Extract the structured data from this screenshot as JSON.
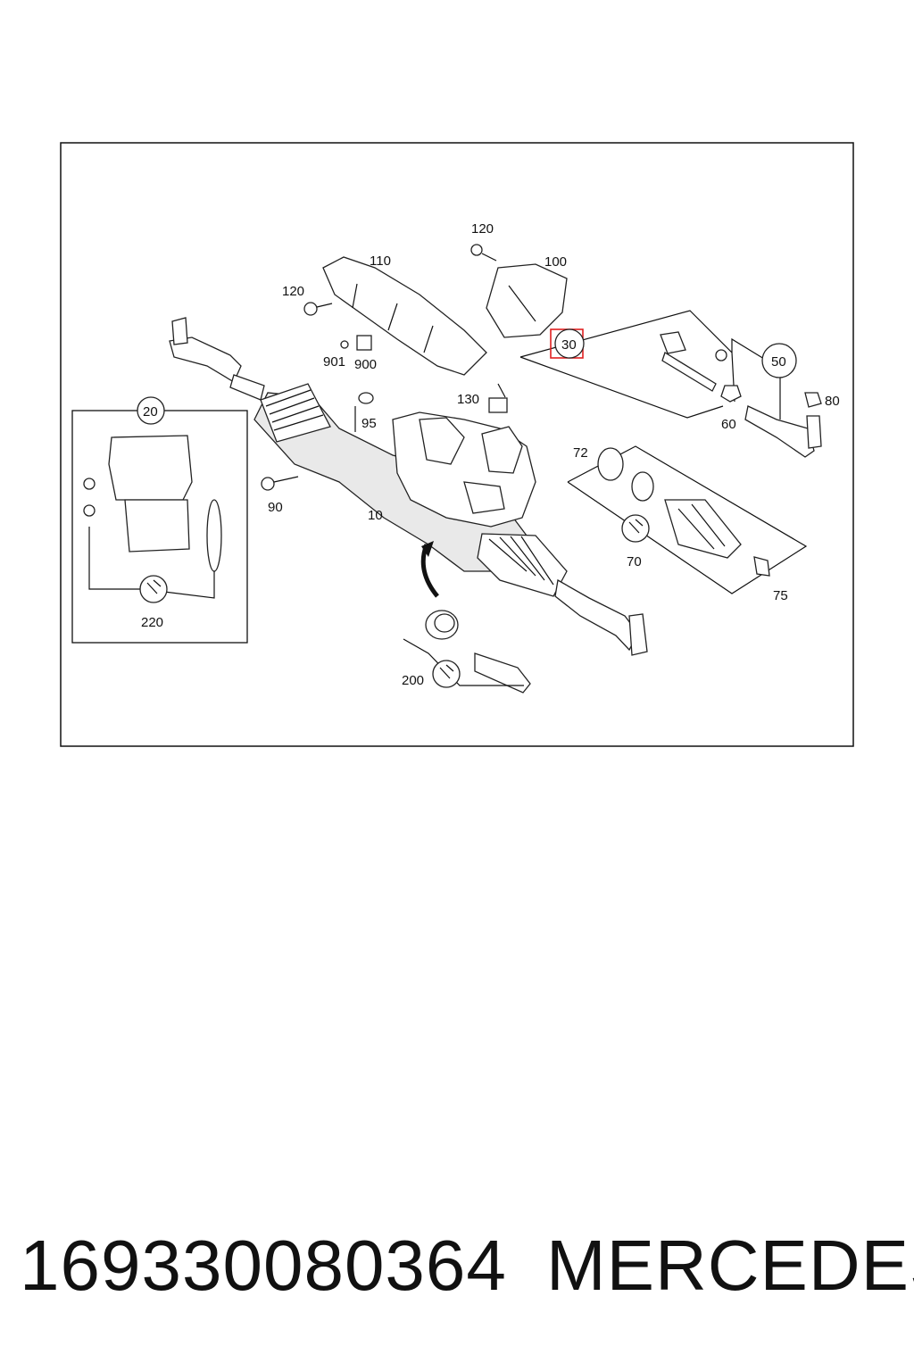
{
  "labels": {
    "l10": "10",
    "l20": "20",
    "l30": "30",
    "l50": "50",
    "l60": "60",
    "l70": "70",
    "l72": "72",
    "l75": "75",
    "l80": "80",
    "l90": "90",
    "l95": "95",
    "l100": "100",
    "l110": "110",
    "l120a": "120",
    "l120b": "120",
    "l130": "130",
    "l200": "200",
    "l220": "220",
    "l900": "900",
    "l901": "901"
  },
  "highlight_color": "#e02020",
  "caption": {
    "part_number": "169330080364",
    "brand": "MERCEDES"
  }
}
